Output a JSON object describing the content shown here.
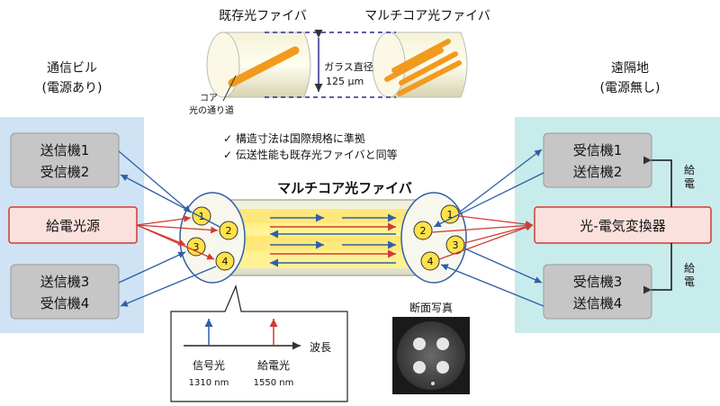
{
  "fibers": {
    "existing_title": "既存光ファイバ",
    "multicore_title": "マルチコア光ファイバ",
    "core_label_1": "コア",
    "core_label_2": "光の通り道",
    "glass_label": "ガラス直径",
    "glass_value": "125 µm"
  },
  "notes": [
    "✓ 構造寸法は国際規格に準拠",
    "✓ 伝送性能も既存光ファイバと同等"
  ],
  "left": {
    "title": "通信ビル",
    "subtitle": "(電源あり)",
    "tx1": "送信機1",
    "rx2": "受信機2",
    "power_source": "給電光源",
    "tx3": "送信機3",
    "rx4": "受信機4"
  },
  "right": {
    "title": "遠隔地",
    "subtitle": "(電源無し)",
    "rx1": "受信機1",
    "tx2": "送信機2",
    "converter": "光-電気変換器",
    "rx3": "受信機3",
    "tx4": "送信機4",
    "feed_top": "給電",
    "feed_bottom": "給電"
  },
  "cable": {
    "title": "マルチコア光ファイバ",
    "cores_left": [
      "1",
      "2",
      "3",
      "4"
    ],
    "cores_right": [
      "1",
      "2",
      "3",
      "4"
    ]
  },
  "spectrum": {
    "axis_label": "波長",
    "signal_label": "信号光",
    "signal_wavelength": "1310 nm",
    "power_label": "給電光",
    "power_wavelength": "1550 nm"
  },
  "photo": {
    "title": "断面写真"
  },
  "colors": {
    "blue": "#2f5fa8",
    "red": "#d23b33",
    "left_panel": "#cfe3f4",
    "right_panel": "#c8eceb",
    "core_yellow": "#ffe24a"
  }
}
